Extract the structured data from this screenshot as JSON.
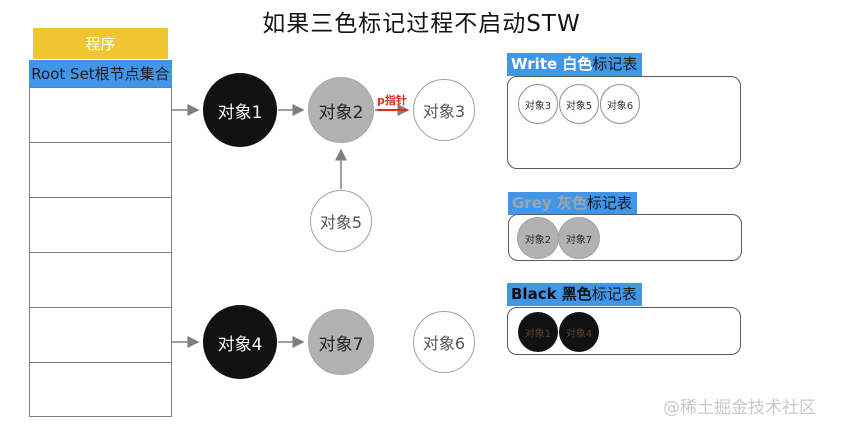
{
  "title": "如果三色标记过程不启动STW",
  "watermark": "@稀土掘金技术社区",
  "program_table": {
    "header": "程序",
    "root_set": "Root Set根节点集合",
    "empty_row_count": 6
  },
  "pointer_label": "p指针",
  "nodes": {
    "obj1": {
      "label": "对象1",
      "color": "black"
    },
    "obj2": {
      "label": "对象2",
      "color": "grey"
    },
    "obj3": {
      "label": "对象3",
      "color": "white"
    },
    "obj4": {
      "label": "对象4",
      "color": "black"
    },
    "obj5": {
      "label": "对象5",
      "color": "white"
    },
    "obj6": {
      "label": "对象6",
      "color": "white"
    },
    "obj7": {
      "label": "对象7",
      "color": "grey"
    }
  },
  "panels": {
    "white": {
      "title_highlight": "Write 白色",
      "title_rest": "标记表",
      "items": [
        "对象3",
        "对象5",
        "对象6"
      ]
    },
    "grey": {
      "title_highlight": "Grey 灰色",
      "title_rest": "标记表",
      "items": [
        "对象2",
        "对象7"
      ]
    },
    "black": {
      "title_highlight": "Black 黑色",
      "title_rest": "标记表",
      "items": [
        "对象1",
        "对象4"
      ]
    }
  },
  "colors": {
    "accent_blue": "#4296e8",
    "header_yellow": "#f1c431",
    "pointer_red": "#e12d1f",
    "node_black": "#111111",
    "node_grey": "#b2b2b2",
    "arrow_grey": "#7f7f7f",
    "watermark_grey": "#c9c9c9"
  }
}
